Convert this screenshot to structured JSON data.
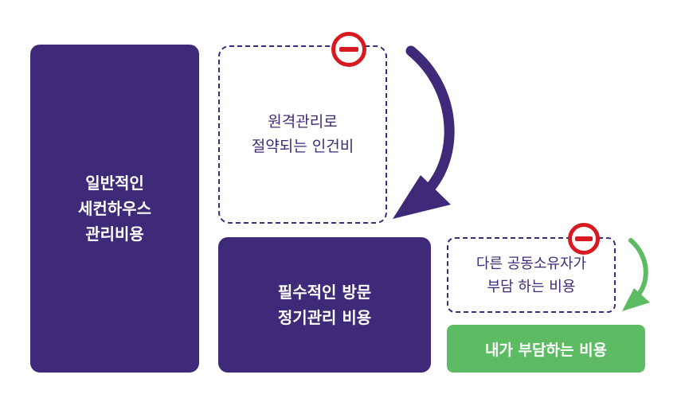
{
  "boxes": {
    "general_cost": "일반적인\n세컨하우스\n관리비용",
    "remote_savings": "원격관리로\n절약되는 인건비",
    "essential_visit": "필수적인 방문\n정기관리 비용",
    "coowner_share": "다른 공동소유자가\n부담 하는 비용",
    "my_share": "내가 부담하는 비용"
  },
  "colors": {
    "primary": "#3f2a7a",
    "accent_green": "#5dbb63",
    "minus_red": "#d71920"
  },
  "icons": [
    "minus-circle-icon",
    "curved-arrow-down-icon"
  ]
}
